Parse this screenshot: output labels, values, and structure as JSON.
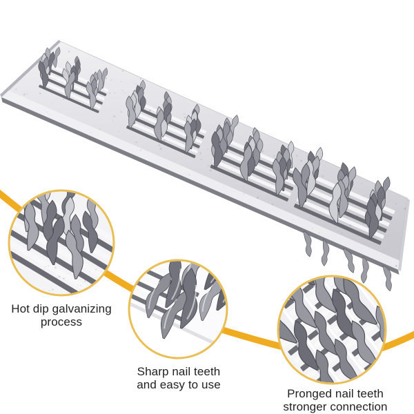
{
  "image": {
    "background": "#ffffff",
    "subject": "galvanized-nail-plate-with-pronged-teeth"
  },
  "palette": {
    "accent_curve": "#F0AC20",
    "callout_ring": "#E9BE55",
    "label_text": "#222222",
    "plate_light": "#f1f1f4",
    "plate_mid": "#dcdce1",
    "plate_dark": "#c9c9cf",
    "metal_bright": "#f8f8fa",
    "metal_dark": "#62626b"
  },
  "callouts": [
    {
      "id": "hot-dip-galvanizing",
      "lines": [
        "Hot dip galvanizing",
        "process"
      ]
    },
    {
      "id": "sharp-nail-teeth",
      "lines": [
        "Sharp nail teeth",
        "and easy to use"
      ]
    },
    {
      "id": "pronged-nail-teeth",
      "lines": [
        "Pronged nail teeth",
        "stronger connection"
      ]
    }
  ]
}
